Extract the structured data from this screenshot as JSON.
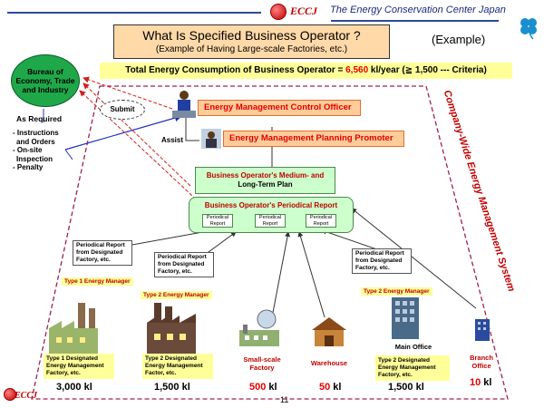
{
  "header": {
    "logo_text": "ECCJ",
    "org_name": "The Energy Conservation Center Japan"
  },
  "title": {
    "line1": "What Is Specified Business Operator ?",
    "line2": "(Example of Having Large-scale Factories, etc.)",
    "example": "(Example)"
  },
  "total": {
    "prefix": "Total Energy Consumption of Business Operator = ",
    "value": "6,560",
    "suffix": " kl/year (≧ 1,500 --- Criteria)"
  },
  "bureau": "Bureau of Economy, Trade and Industry",
  "as_required": "As Required",
  "requirements": [
    "- Instructions",
    "  and Orders",
    "- On-site",
    "  Inspection",
    "- Penalty"
  ],
  "submit": "Submit",
  "assist": "Assist",
  "emco": "Energy Management Control Officer",
  "empp": "Energy Management Planning Promoter",
  "plan": {
    "line1": "Business Operator's Medium- and",
    "line2": "Long-Term Plan"
  },
  "report": {
    "title": "Business Operator's Periodical Report",
    "mini": [
      "Periodical Report",
      "Periodical Report",
      "Periodical Report"
    ]
  },
  "company_system": "Company-Wide Energy Management System",
  "notes": {
    "n1": "Periodical Report from Designated Factory, etc.",
    "n2": "Periodical Report from Designated Factory, etc.",
    "n3": "Periodical Report from Designated Factory, etc."
  },
  "managers": {
    "m1": "Type 1 Energy Manager",
    "m2": "Type 2 Energy Manager",
    "m3": "Type 2 Energy Manager"
  },
  "facilities": {
    "f1": "Type 1 Designated Energy Management Factory, etc.",
    "f2": "Type 2 Designated Energy Management Factor, etc.",
    "f3": "Small-scale Factory",
    "f4": "Warehouse",
    "f5a": "Main Office",
    "f5": "Type 2 Designated Energy Management Factory, etc.",
    "f6": "Branch Office"
  },
  "volumes": {
    "v1": "3,000 kl",
    "v2": "1,500 kl",
    "v3": "500",
    "v4": "50",
    "v5": "1,500 kl",
    "v6": "10",
    "unit": " kl"
  },
  "page_number": "11",
  "colors": {
    "accent_red": "#e00000",
    "green": "#1fa84a",
    "orange": "#ffcc99",
    "yellow": "#ffff99"
  }
}
